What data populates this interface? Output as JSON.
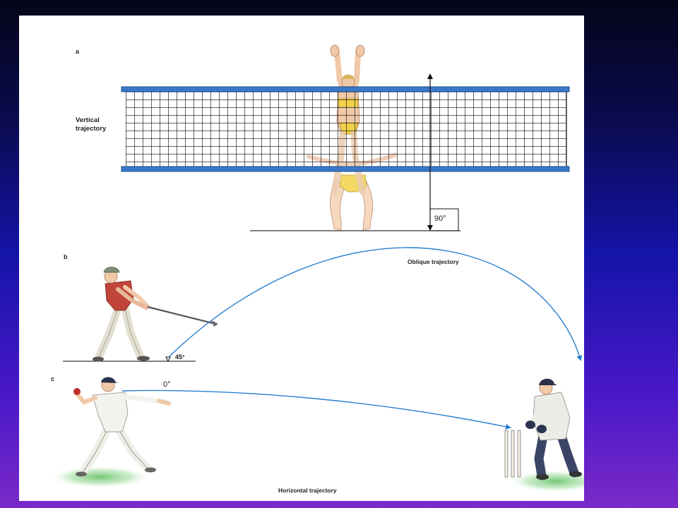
{
  "panels": {
    "a": {
      "letter": "a",
      "label_line1": "Vertical",
      "label_line2": "trajectory",
      "angle": "90°"
    },
    "b": {
      "letter": "b",
      "label": "Oblique trajectory",
      "angle": "45°"
    },
    "c": {
      "letter": "c",
      "label": "Horizontal trajectory",
      "angle": "0°"
    }
  },
  "colors": {
    "net_band": "#3a78c8",
    "net_mesh": "#111111",
    "trajectory": "#2a7fd0",
    "shirt_red": "#c0443a",
    "grass": "#7fcf7f"
  }
}
